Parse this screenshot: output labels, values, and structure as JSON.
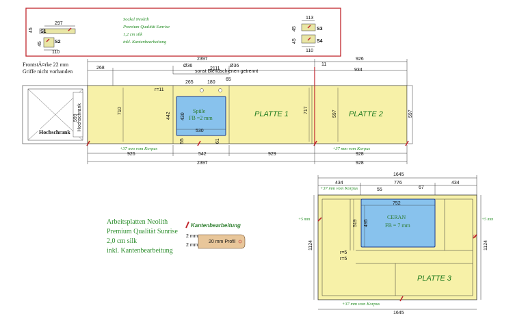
{
  "legend_box": {
    "sockel_lines": [
      "Sockel Neolith",
      "Premium Qualität Sunrise",
      "1,2 cm silk",
      "inkl. Kantenbearbeitung"
    ],
    "profile_left": {
      "top_width": "297",
      "height_s1": "45",
      "height_s2": "45",
      "bottom_width": "110",
      "s1": "S1",
      "s2": "S2"
    },
    "profile_right": {
      "top_width": "113",
      "height_s3": "45",
      "height_s4": "45",
      "bottom_width": "110",
      "s3": "S3",
      "s4": "S4"
    }
  },
  "notes": {
    "thickness": "FrontstÃ¤rke 22 mm",
    "handles": "Griffe nicht vorhanden",
    "tall_cabinet": "Hochschrank",
    "pipe_note": "sonst Blendschienen getrennt"
  },
  "top_plan": {
    "overall_top": "2397",
    "top_right": "926",
    "left_offset": "268",
    "hole_a": "Ø36",
    "hole_b": "Ø36",
    "between_holes": "2111",
    "small_11": "11",
    "right_934": "934",
    "r11": "r=11",
    "d265": "265",
    "d180": "180",
    "d65": "65",
    "depth_710": "710",
    "depth_442": "442",
    "depth_430": "430",
    "depth_717": "717",
    "depth_597": "597",
    "depth_599": "599",
    "depth_597b": "597",
    "small_55": "55",
    "small_61": "61",
    "sink_width": "530",
    "sink_label_1": "Spüle",
    "sink_label_2": "FB =2 mm",
    "plate1": "PLATTE 1",
    "plate2": "PLATTE 2",
    "korpus_left": "+37 mm vom Korpus",
    "korpus_right": "+37 mm vom Korpus",
    "bottom_926": "926",
    "bottom_542": "542",
    "bottom_929": "929",
    "bottom_928": "928",
    "overall_bottom": "2397",
    "overall_bottom_right": "928",
    "cab_label": "Hochschrank"
  },
  "island": {
    "top_1645": "1645",
    "top_434_l": "434",
    "top_776": "776",
    "top_434_r": "434",
    "korpus_top": "+37 mm vom Korpus",
    "d55": "55",
    "d67": "67",
    "cooktop_width": "752",
    "h519": "519",
    "h495": "495",
    "h1124_l": "1124",
    "h1124_r": "1124",
    "plus5_l": "+5 mm",
    "plus5_r": "+5 mm",
    "r5a": "r=5",
    "r5b": "r=5",
    "cooktop_1": "CERAN",
    "cooktop_2": "FB = 7 mm",
    "plate3": "PLATTE 3",
    "korpus_bottom": "+37 mm vom Korpus",
    "bottom_1645": "1645"
  },
  "spec": {
    "lines": [
      "Arbeitsplatten Neolith",
      "Premium Qualität Sunrise",
      "2,0 cm silk",
      "inkl. Kantenbearbeitung"
    ],
    "edge_title": "Kantenbearbeitung",
    "profile_label": "20 mm Profil",
    "mm_a": "2 mm",
    "mm_b": "2 mm"
  }
}
